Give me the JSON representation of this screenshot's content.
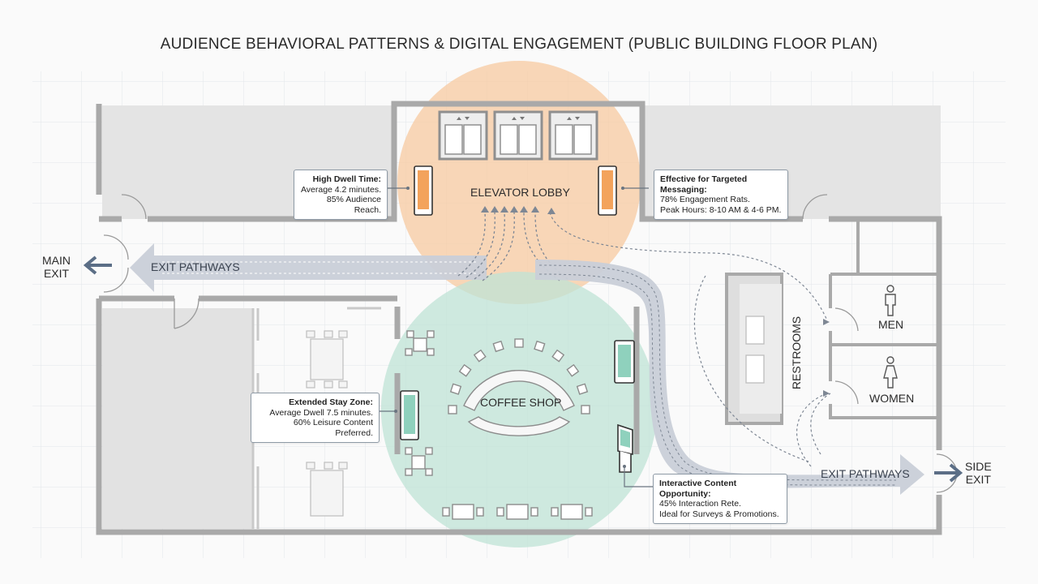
{
  "title": "AUDIENCE BEHAVIORAL PATTERNS & DIGITAL ENGAGEMENT (PUBLIC BUILDING FLOOR PLAN)",
  "zones": {
    "elevator_lobby": "ELEVATOR LOBBY",
    "coffee_shop": "COFFEE SHOP",
    "restrooms": "RESTROOMS",
    "men": "MEN",
    "women": "WOMEN"
  },
  "exits": {
    "main": "MAIN\nEXIT",
    "side": "SIDE\nEXIT",
    "pathway_left": "EXIT PATHWAYS",
    "pathway_right": "EXIT PATHWAYS"
  },
  "callouts": {
    "high_dwell": {
      "heading": "High Dwell Time:",
      "line1": "Average 4.2 minutes.",
      "line2": "85% Audience Reach."
    },
    "targeted": {
      "heading": "Effective for Targeted Messaging:",
      "line1": "78% Engagement Rats.",
      "line2": "Peak Hours: 8-10 AM & 4-6 PM."
    },
    "extended": {
      "heading": "Extended Stay Zone:",
      "line1": "Average Dwell 7.5 minutes.",
      "line2": "60% Leisure Content Preferred."
    },
    "interactive": {
      "heading": "Interactive Content Opportunity:",
      "line1": "45% Interaction Rete.",
      "line2": "Ideal for Surveys & Promotions."
    }
  },
  "colors": {
    "lobby_zone": "#f7caa0",
    "coffee_zone": "#bfe3d6",
    "pathway": "#c9cfd8",
    "wall": "#a7a7a7"
  },
  "icons": [
    "digital-screen-icon",
    "kiosk-icon",
    "elevator-icon",
    "men-icon",
    "women-icon",
    "exit-arrow-icon"
  ]
}
